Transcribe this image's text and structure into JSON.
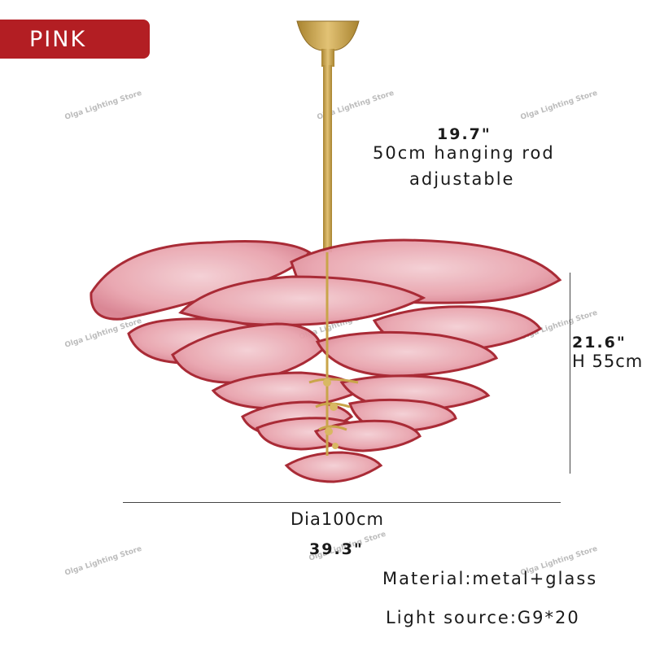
{
  "badge": {
    "label": "PINK",
    "color": "#b31e23"
  },
  "watermark": "Olga Lighting Store",
  "rod": {
    "inches": "19.7\"",
    "cm_line": "50cm hanging rod",
    "note": "adjustable"
  },
  "height": {
    "inches": "21.6\"",
    "cm": "H 55cm"
  },
  "diameter": {
    "cm": "Dia100cm",
    "inches": "39.3\""
  },
  "specs": {
    "material": "Material:metal+glass",
    "light_source": "Light source:G9*20"
  },
  "colors": {
    "glass": "#e9a7b0",
    "glass_edge": "#a5202c",
    "brass": "#c9a54a"
  }
}
